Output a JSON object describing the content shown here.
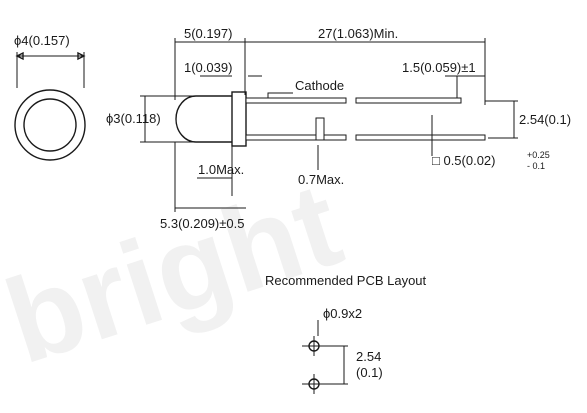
{
  "watermark": "bright",
  "labels": {
    "lens_diameter": "ϕ4(0.157)",
    "body_length": "5(0.197)",
    "lead_length": "27(1.063)Min.",
    "flange_thickness": "1(0.039)",
    "cathode": "Cathode",
    "lead_end": "1.5(0.059)±1",
    "body_diameter": "ϕ3(0.118)",
    "lead_spacing": "2.54(0.1)",
    "max_flange": "1.0Max.",
    "lead_max": "0.7Max.",
    "lead_square": "□ 0.5(0.02)",
    "tol_plus": "+0.25",
    "tol_minus": "- 0.1",
    "overall_length": "5.3(0.209)±0.5"
  },
  "pcb": {
    "title": "Recommended PCB Layout",
    "hole": "ϕ0.9x2",
    "spacing_mm": "2.54",
    "spacing_in": "(0.1)"
  }
}
